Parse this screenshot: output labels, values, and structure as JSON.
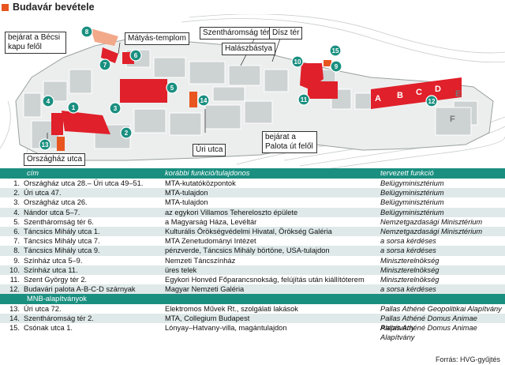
{
  "title": "Budavár bevétele",
  "map": {
    "labels": {
      "becsi_kapu": "bejárat a Bécsi kapu felől",
      "matyas": "Mátyás-templom",
      "szentharomsag": "Szentháromság tér",
      "halaszbastya": "Halászbástya",
      "disz_ter": "Dísz tér",
      "uri_utca": "Úri utca",
      "orszaghaz_utca": "Országház utca",
      "palota_ut": "bejárat a Palota út felől"
    },
    "markers": [
      "1",
      "2",
      "3",
      "4",
      "5",
      "6",
      "7",
      "8",
      "9",
      "10",
      "11",
      "12",
      "13",
      "14",
      "15"
    ],
    "wings": [
      "A",
      "B",
      "C",
      "D",
      "E",
      "F"
    ],
    "colors": {
      "red": "#e0202a",
      "teal": "#1a8f80",
      "orange": "#e8551f",
      "salmon": "#f2a98a",
      "building": "#cdd2d3"
    }
  },
  "table": {
    "headers": {
      "name": "cím",
      "former": "korábbi funkció/tulajdonos",
      "planned": "tervezett funkció"
    },
    "rows": [
      {
        "num": "1.",
        "name": "Országház utca 28.– Úri utca 49–51.",
        "former": "MTA-kutatóközpontok",
        "planned": "Belügyminisztérium"
      },
      {
        "num": "2.",
        "name": "Úri utca 47.",
        "former": "MTA-tulajdon",
        "planned": "Belügyminisztérium"
      },
      {
        "num": "3.",
        "name": "Országház utca 26.",
        "former": "MTA-tulajdon",
        "planned": "Belügyminisztérium"
      },
      {
        "num": "4.",
        "name": "Nándor utca 5–7.",
        "former": "az egykori Villamos Tehereloszto épülete",
        "planned": "Belügyminisztérium"
      },
      {
        "num": "5.",
        "name": "Szentháromság tér 6.",
        "former": "a Magyarság Háza, Levéltár",
        "planned": "Nemzetgazdasági Minisztérium"
      },
      {
        "num": "6.",
        "name": "Táncsics Mihály utca 1.",
        "former": "Kulturális Örökségvédelmi Hivatal, Örökség Galéria",
        "planned": "Nemzetgazdasági Minisztérium"
      },
      {
        "num": "7.",
        "name": "Táncsics Mihály utca 7.",
        "former": "MTA Zenetudományi Intézet",
        "planned": "a sorsa kérdéses"
      },
      {
        "num": "8.",
        "name": "Táncsics Mihály utca 9.",
        "former": "pénzverde, Táncsics Mihály börtöne, USA-tulajdon",
        "planned": "a sorsa kérdéses"
      },
      {
        "num": "9.",
        "name": "Színház utca 5–9.",
        "former": "Nemzeti Táncszínház",
        "planned": "Miniszterelnökség"
      },
      {
        "num": "10.",
        "name": "Színház utca 11.",
        "former": "üres telek",
        "planned": "Miniszterelnökség"
      },
      {
        "num": "11.",
        "name": "Szent György tér 2.",
        "former": "Egykori Honvéd Főparancsnokság, felújítás után kiállítóterem",
        "planned": "Miniszterelnökség"
      },
      {
        "num": "12.",
        "name": "Budavári palota A-B-C-D szárnyak",
        "former": "Magyar Nemzeti Galéria",
        "planned": "a sorsa kérdéses"
      }
    ],
    "group_label": "MNB-alapítványok",
    "mnb_rows": [
      {
        "num": "13.",
        "name": "Úri utca 72.",
        "former": "Elektromos Művek Rt., szolgálati lakások",
        "planned": "Pallas Athéné Geopolitikai Alapítvány"
      },
      {
        "num": "14.",
        "name": "Szentháromság tér 2.",
        "former": "MTA, Collegium Budapest",
        "planned": "Pallas Athéné Domus Animae Alapítvány"
      },
      {
        "num": "15.",
        "name": "Csónak utca 1.",
        "former": "Lónyay–Hatvany-villa, magántulajdon",
        "planned": "Pallas Athéné Domus Animae Alapítvány"
      }
    ]
  },
  "source": "Forrás: HVG-gyűjtés"
}
